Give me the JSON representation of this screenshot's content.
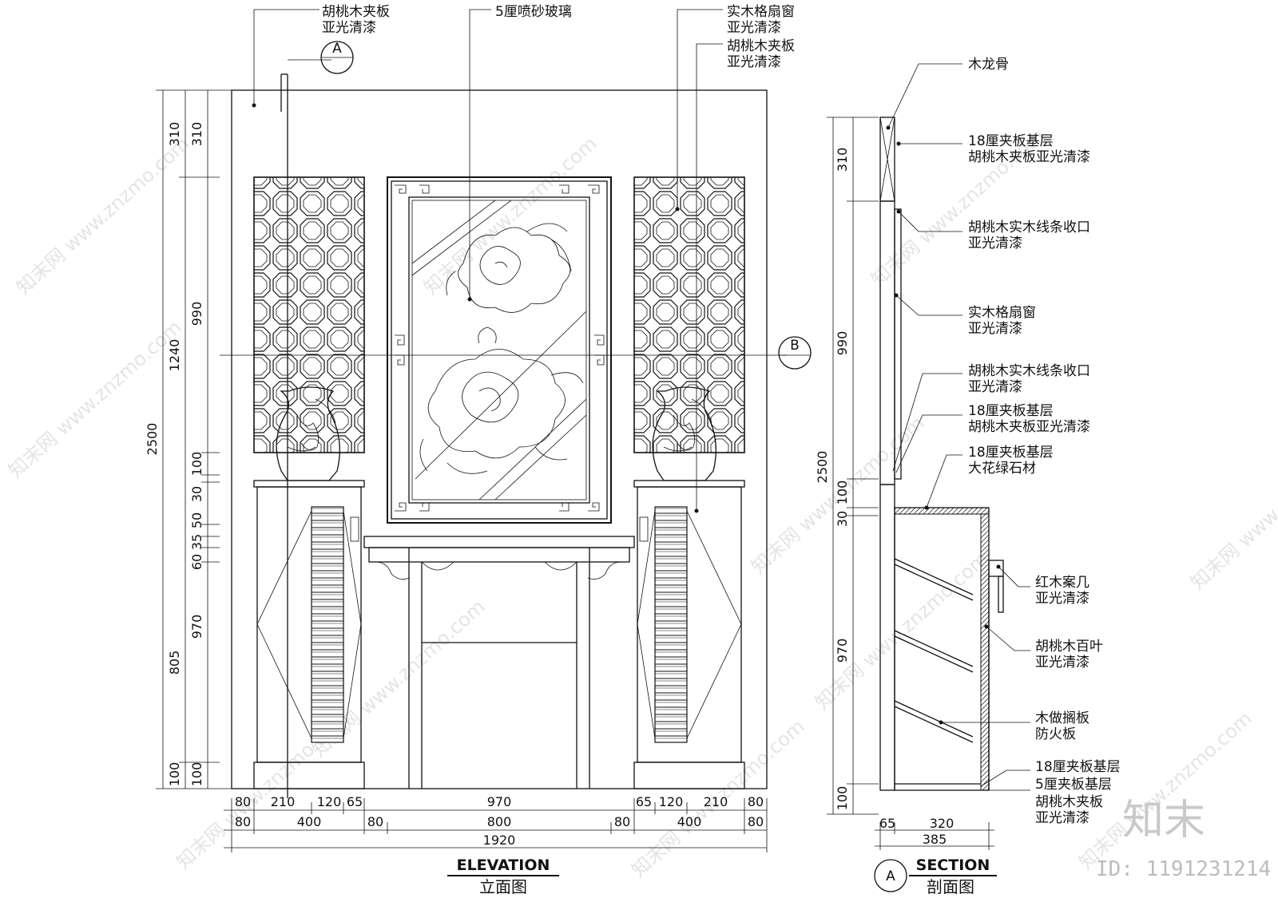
{
  "elevation_callouts": [
    {
      "line1": "胡桃木夹板",
      "line2": "亚光清漆"
    },
    {
      "line1": "5厘喷砂玻璃",
      "line2": ""
    },
    {
      "line1": "实木格扇窗",
      "line2": "亚光清漆"
    },
    {
      "line1": "胡桃木夹板",
      "line2": "亚光清漆"
    }
  ],
  "section_markers": {
    "a": "A",
    "b": "B"
  },
  "elevation_dims_left_outer": [
    "2500"
  ],
  "elevation_dims_left_mid": [
    "310",
    "1240",
    "805",
    "100"
  ],
  "elevation_dims_left_inner": [
    "310",
    "990",
    "100",
    "30",
    "50",
    "35",
    "60",
    "970",
    "100"
  ],
  "elevation_dims_bottom_row1": [
    "80",
    "210",
    "120",
    "65",
    "970",
    "65",
    "120",
    "210",
    "80"
  ],
  "elevation_dims_bottom_row2": [
    "80",
    "400",
    "80",
    "800",
    "80",
    "400",
    "80"
  ],
  "elevation_dims_bottom_row3": [
    "1920"
  ],
  "elevation_title": {
    "en": "ELEVATION",
    "cn": "立面图"
  },
  "section_callouts": [
    {
      "line1": "木龙骨",
      "line2": ""
    },
    {
      "line1": "18厘夹板基层",
      "line2": "胡桃木夹板亚光清漆"
    },
    {
      "line1": "胡桃木实木线条收口",
      "line2": "亚光清漆"
    },
    {
      "line1": "实木格扇窗",
      "line2": "亚光清漆"
    },
    {
      "line1": "胡桃木实木线条收口",
      "line2": "亚光清漆"
    },
    {
      "line1": "18厘夹板基层",
      "line2": "胡桃木夹板亚光清漆"
    },
    {
      "line1": "18厘夹板基层",
      "line2": "大花绿石材"
    },
    {
      "line1": "红木案几",
      "line2": "亚光清漆"
    },
    {
      "line1": "胡桃木百叶",
      "line2": "亚光清漆"
    },
    {
      "line1": "木做搁板",
      "line2": "防火板"
    },
    {
      "line1": "18厘夹板基层",
      "line2": ""
    },
    {
      "line1": "5厘夹板基层",
      "line2": ""
    },
    {
      "line1": "胡桃木夹板",
      "line2": "亚光清漆"
    }
  ],
  "section_dims_left_outer": [
    "2500"
  ],
  "section_dims_left_inner": [
    "310",
    "990",
    "100",
    "30",
    "970",
    "100"
  ],
  "section_dims_bottom": [
    "65",
    "320",
    "385"
  ],
  "section_title": {
    "marker": "A",
    "en": "SECTION",
    "cn": "剖面图"
  },
  "watermark": "知末网 www.znzmo.com",
  "logo_text": "知末",
  "id_text": "ID: 1191231214"
}
